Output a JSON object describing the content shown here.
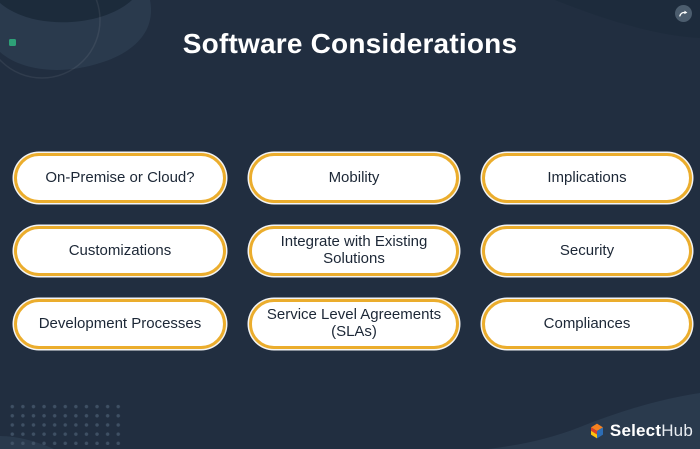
{
  "header": {
    "title": "Software Considerations"
  },
  "pills": [
    {
      "label": "On-Premise or Cloud?"
    },
    {
      "label": "Mobility"
    },
    {
      "label": "Implications"
    },
    {
      "label": "Customizations"
    },
    {
      "label": "Integrate with Existing Solutions"
    },
    {
      "label": "Security"
    },
    {
      "label": "Development Processes"
    },
    {
      "label": "Service Level Agreements (SLAs)"
    },
    {
      "label": "Compliances"
    }
  ],
  "footer": {
    "brand_bold": "Select",
    "brand_regular": "Hub"
  },
  "colors": {
    "background": "#212E40",
    "blob": "#2A3A4D",
    "blob_dark": "#1C2B3B",
    "pill_border": "#EBAD2D",
    "pill_fill": "#FFFFFF",
    "pill_text": "#1C2736",
    "title_text": "#FFFFFF",
    "accent_green": "#2EA077",
    "share_circle": "#4C5D6E",
    "dot_color": "#44566A",
    "logo_orange": "#F58220",
    "logo_red": "#DD3E27",
    "logo_yellow": "#FFC20E",
    "logo_blue": "#2D6DB4"
  }
}
